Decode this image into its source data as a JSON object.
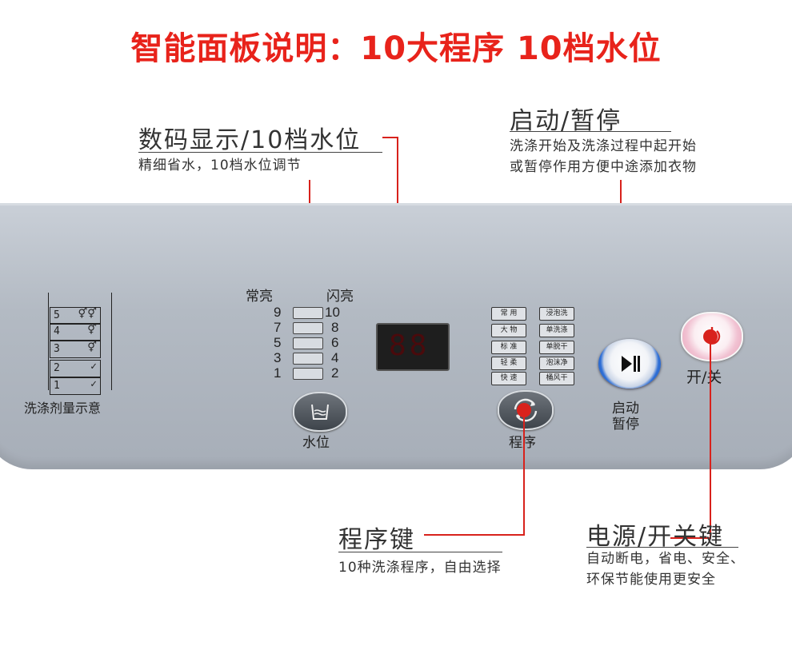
{
  "title": "智能面板说明：10大程序  10档水位",
  "callouts": {
    "water": {
      "title": "数码显示/10档水位",
      "desc": "精细省水，10档水位调节"
    },
    "start": {
      "title": "启动/暂停",
      "desc1": "洗涤开始及洗涤过程中起开始",
      "desc2": "或暂停作用方便中途添加衣物"
    },
    "program": {
      "title": "程序键",
      "desc": "10种洗涤程序，自由选择"
    },
    "power": {
      "title": "电源/开关键",
      "desc1": "自动断电，省电、安全、",
      "desc2": "环保节能使用更安全"
    }
  },
  "detergent": {
    "levels": [
      "5",
      "4",
      "3",
      "2",
      "1"
    ],
    "label": "洗涤剂量示意"
  },
  "water_level": {
    "steady_label": "常亮",
    "flash_label": "闪亮",
    "rows": [
      {
        "left": "9",
        "right": "10"
      },
      {
        "left": "7",
        "right": "8"
      },
      {
        "left": "5",
        "right": "6"
      },
      {
        "left": "3",
        "right": "4"
      },
      {
        "left": "1",
        "right": "2"
      }
    ],
    "button_label": "水位"
  },
  "display": {
    "value": "88",
    "color": "#c8141a"
  },
  "programs": {
    "left": [
      "常 用",
      "大 物",
      "标 准",
      "轻 柔",
      "快 速"
    ],
    "right": [
      "浸泡洗",
      "单洗涤",
      "单脱干",
      "泡沫净",
      "桶风干"
    ],
    "button_label": "程序"
  },
  "start_button": {
    "label_line1": "启动",
    "label_line2": "暂停",
    "accent": "#2f6fd6"
  },
  "power_button": {
    "label": "开/关",
    "accent": "#e8a0b8"
  },
  "colors": {
    "accent_red": "#e8231b",
    "leader_red": "#d8221c"
  }
}
